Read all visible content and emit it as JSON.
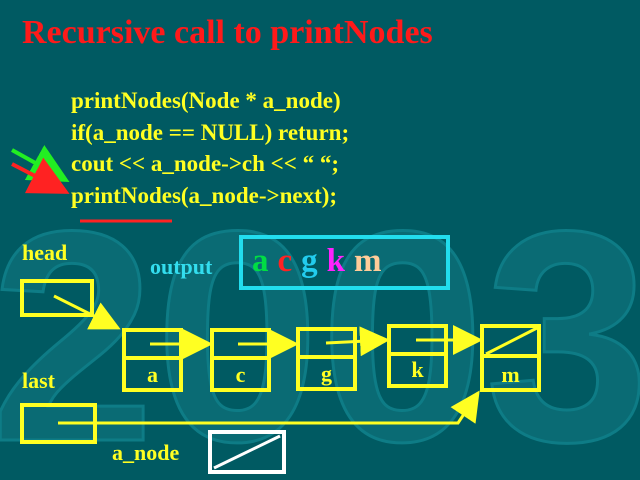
{
  "title": "Recursive call to printNodes",
  "code_lines": [
    "printNodes(Node * a_node)",
    "if(a_node == NULL) return;",
    "cout << a_node->ch << “ “;",
    "printNodes(a_node->next);"
  ],
  "labels": {
    "head": "head",
    "last": "last",
    "a_node": "a_node",
    "output": "output"
  },
  "output_letters": [
    {
      "ch": "a",
      "color": "#00dd44"
    },
    {
      "ch": "c",
      "color": "#ff2222"
    },
    {
      "ch": "g",
      "color": "#22ccee"
    },
    {
      "ch": "k",
      "color": "#ff22ff"
    },
    {
      "ch": "m",
      "color": "#ffcc99"
    }
  ],
  "nodes": [
    "a",
    "c",
    "g",
    "k",
    "m"
  ],
  "watermark": "2003",
  "colors": {
    "background": "#005a62",
    "title": "#ff1a1a",
    "code": "#ffff22",
    "diagram": "#ffff22",
    "output_box": "#22ddee"
  }
}
